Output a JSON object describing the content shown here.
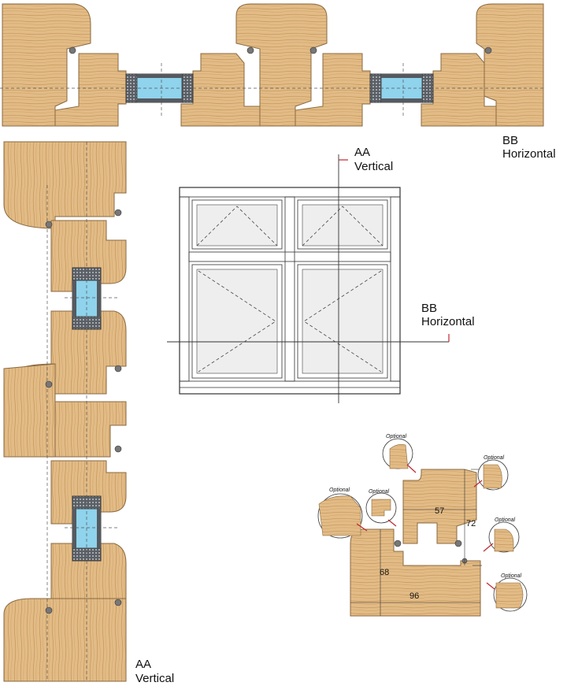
{
  "labels": {
    "aa_vertical": [
      "AA",
      "Vertical"
    ],
    "bb_horizontal_top": [
      "BB",
      "Horizontal"
    ],
    "bb_horizontal_mid": [
      "BB",
      "Horizontal"
    ],
    "aa_vertical_bottom": [
      "AA",
      "Vertical"
    ]
  },
  "dimensions": {
    "sash_width": "57",
    "sash_height": "72",
    "frame_height": "68",
    "frame_width": "96"
  },
  "optional_callouts": [
    "Optional",
    "Optional",
    "Optional",
    "Optional",
    "Optional"
  ],
  "colors": {
    "timber": "#e2bb86",
    "timber_grain": "#c89a5e",
    "timber_outline": "#8a6a40",
    "glass": "#8fd3ec",
    "spacer": "#555a60",
    "marker": "#c0272d",
    "window_glass": "#eeeeee"
  }
}
